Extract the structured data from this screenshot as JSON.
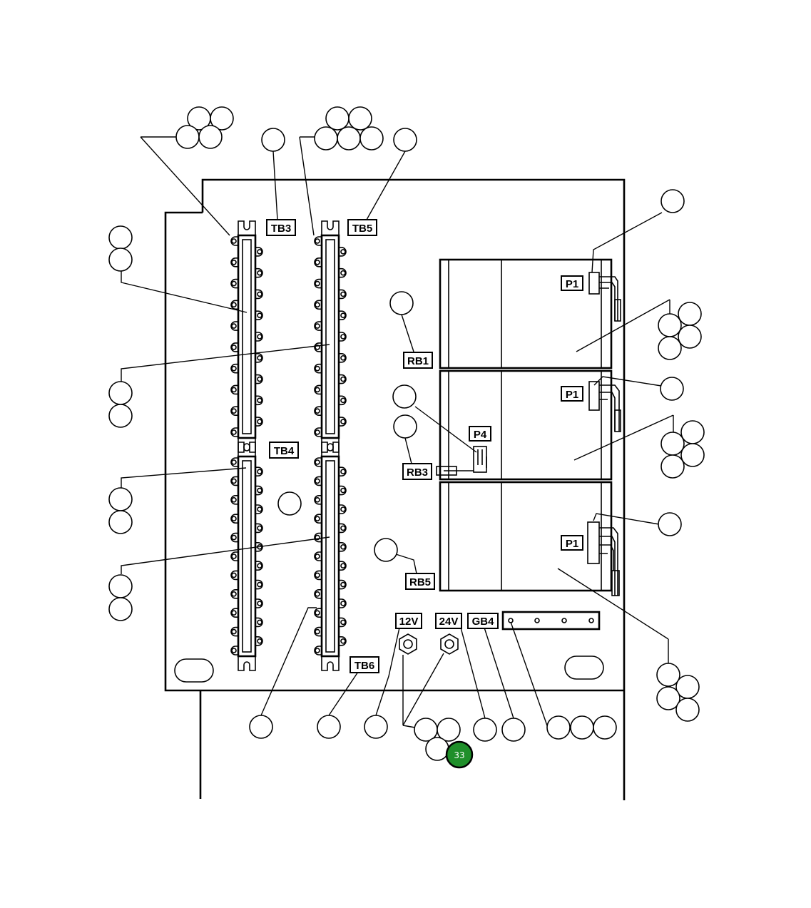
{
  "labels": {
    "tb3": "TB3",
    "tb5": "TB5",
    "tb4": "TB4",
    "tb6": "TB6",
    "rb1": "RB1",
    "rb3": "RB3",
    "rb5": "RB5",
    "p1_top": "P1",
    "p1_mid": "P1",
    "p1_bottom": "P1",
    "p4": "P4",
    "v12": "12V",
    "v24": "24V",
    "gb4": "GB4"
  },
  "hotspot": {
    "label": "33",
    "color": "#1f8f2a"
  }
}
